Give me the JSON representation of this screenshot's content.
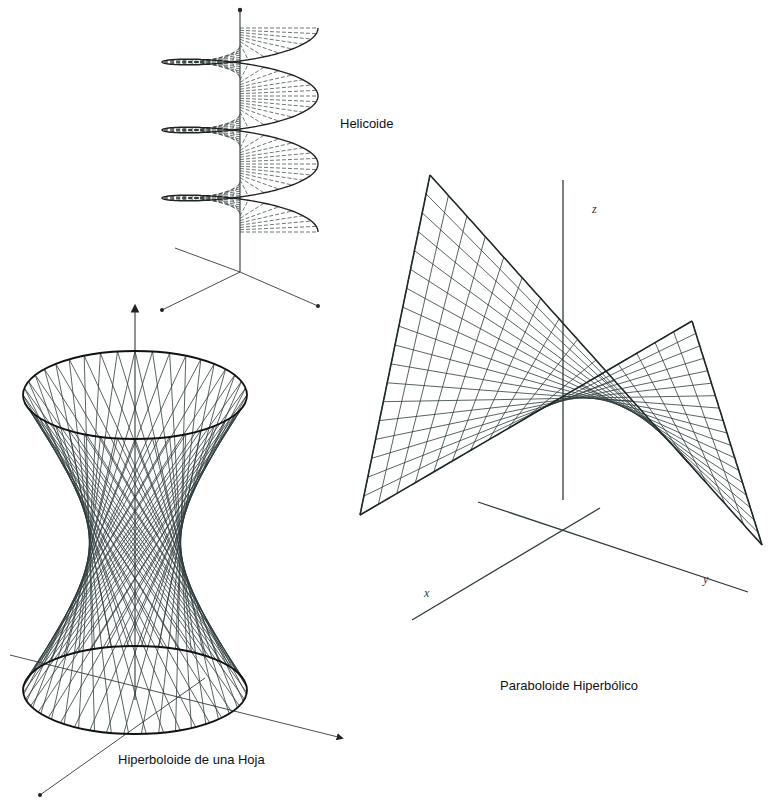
{
  "diagram": {
    "labels": [
      "Helicoide",
      "z",
      "Paraboloide Hiperbólico",
      "x",
      "y",
      "Hiperboloide de una Hoja"
    ]
  }
}
